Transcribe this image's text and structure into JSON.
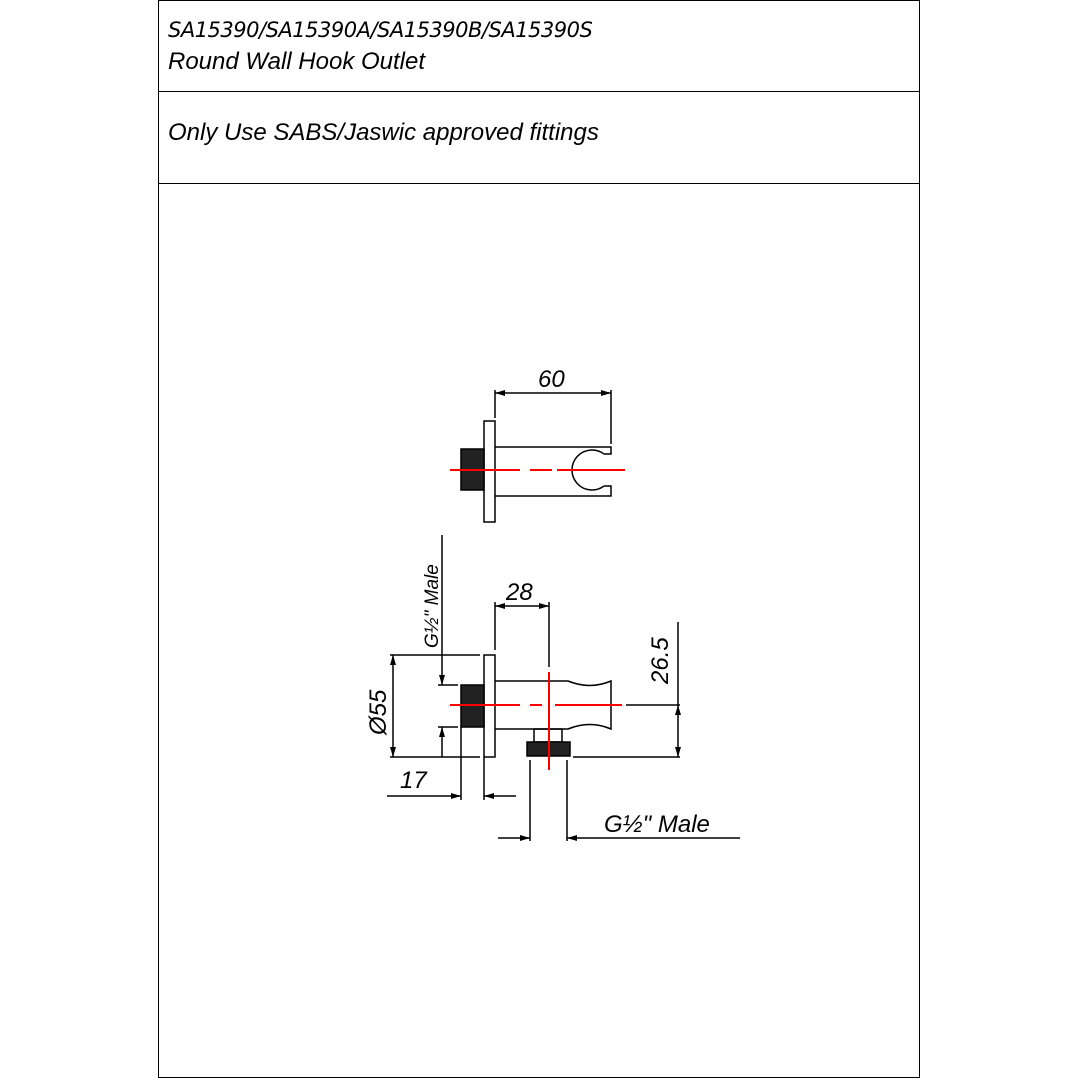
{
  "header": {
    "model_codes": "SA15390/SA15390A/SA15390B/SA15390S",
    "product_name": "Round Wall Hook Outlet",
    "note": "Only Use SABS/Jaswic approved fittings"
  },
  "drawing": {
    "dim_length": "60",
    "dim_depth": "28",
    "dim_height": "26.5",
    "dim_diameter": "Ø55",
    "dim_thread_length": "17",
    "inlet_thread": "G½\" Male",
    "outlet_thread": "G½\" Male",
    "centerline_color": "#ff0000"
  }
}
